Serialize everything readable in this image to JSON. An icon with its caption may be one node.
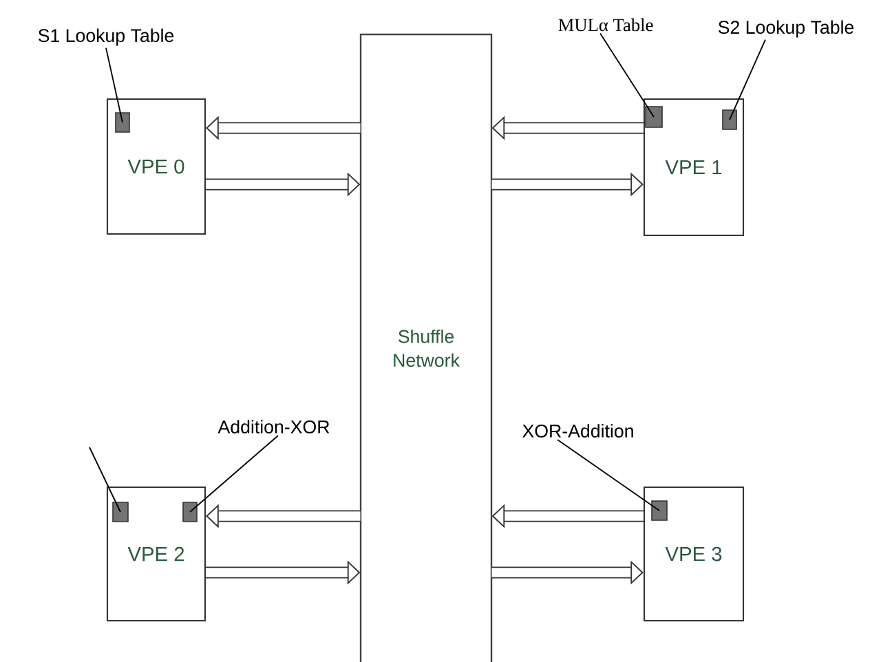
{
  "diagram": {
    "nodes": [
      {
        "text": [
          "VPE 0"
        ]
      },
      {
        "text": [
          "VPE 1"
        ]
      },
      {
        "text": [
          "VPE 2"
        ]
      },
      {
        "text": [
          "VPE 3"
        ]
      },
      {
        "text": [
          "Shuffle Network"
        ]
      },
      {
        "text": [],
        "shape": "box",
        "in": 0
      },
      {
        "text": [],
        "shape": "box",
        "in": 1
      },
      {
        "text": [],
        "shape": "box",
        "in": 1
      },
      {
        "text": [],
        "shape": "box",
        "in": 2
      },
      {
        "text": [],
        "shape": "box",
        "in": 2
      },
      {
        "text": [],
        "shape": "box",
        "in": 3
      },
      {
        "text": [
          "S1 Lookup Table"
        ]
      },
      {
        "text": [
          "MULα Table"
        ]
      },
      {
        "text": [
          "S2 Lookup Table"
        ]
      },
      {
        "text": [
          "Addition-XOR"
        ]
      },
      {
        "text": [
          "XOR-Addition"
        ]
      }
    ],
    "edges": [
      {
        "from": 4,
        "to": 0,
        "arrow": "to"
      },
      {
        "from": 0,
        "to": 4,
        "arrow": "to"
      },
      {
        "from": 1,
        "to": 4,
        "arrow": "to"
      },
      {
        "from": 4,
        "to": 1,
        "arrow": "to"
      },
      {
        "from": 4,
        "to": 2,
        "arrow": "to"
      },
      {
        "from": 2,
        "to": 4,
        "arrow": "to"
      },
      {
        "from": 3,
        "to": 4,
        "arrow": "to"
      },
      {
        "from": 4,
        "to": 3,
        "arrow": "to"
      },
      {
        "from": 11,
        "to": 5,
        "arrow": "none"
      },
      {
        "from": 12,
        "to": 6,
        "arrow": "none"
      },
      {
        "from": 13,
        "to": 7,
        "arrow": "none"
      },
      {
        "from": null,
        "to": 8,
        "arrow": "none"
      },
      {
        "from": 14,
        "to": 9,
        "arrow": "none"
      },
      {
        "from": 15,
        "to": 10,
        "arrow": "none"
      }
    ]
  }
}
